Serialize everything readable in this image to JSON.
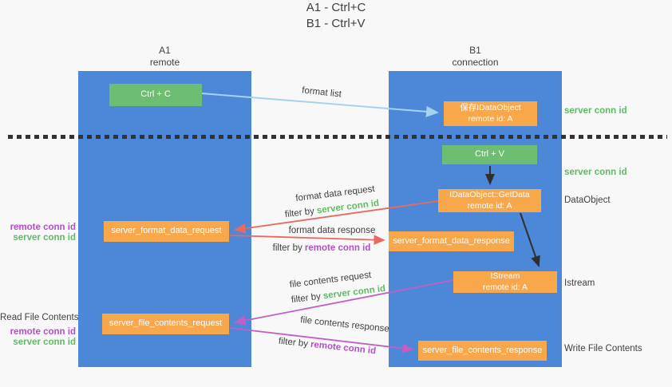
{
  "title": {
    "line1": "A1 - Ctrl+C",
    "line2": "B1 - Ctrl+V"
  },
  "columns": {
    "left": {
      "header_line1": "A1",
      "header_line2": "remote"
    },
    "right": {
      "header_line1": "B1",
      "header_line2": "connection"
    }
  },
  "nodes": {
    "ctrl_c": "Ctrl + C",
    "save_idataobject": {
      "line1": "保存IDataObject",
      "line2": "remote id: A"
    },
    "ctrl_v": "Ctrl + V",
    "getdata": {
      "line1": "IDataObject::GetData",
      "line2": "remote id: A"
    },
    "format_request": "server_format_data_request",
    "format_response": "server_format_data_response",
    "istream": {
      "line1": "IStream",
      "line2": "remote id: A"
    },
    "file_request": "server_file_contents_request",
    "file_response": "server_file_contents_response"
  },
  "flow_labels": {
    "format_list": "format list",
    "format_data_request": "format data request",
    "filter_server_1": {
      "prefix": "filter by ",
      "keyword": "server conn id"
    },
    "format_data_response": "format data response",
    "filter_remote_1": {
      "prefix": "filter by ",
      "keyword": "remote conn id"
    },
    "file_contents_request": "file contents request",
    "filter_server_2": {
      "prefix": "filter by ",
      "keyword": "server conn id"
    },
    "file_contents_response": "file contents response",
    "filter_remote_2": {
      "prefix": "filter by ",
      "keyword": "remote conn id"
    }
  },
  "side_labels": {
    "left": {
      "remote_conn_id_1": "remote conn id",
      "server_conn_id_1": "server conn id",
      "read_file_contents": "Read File Contents",
      "remote_conn_id_2": "remote conn id",
      "server_conn_id_2": "server conn id"
    },
    "right": {
      "server_conn_id_1": "server conn id",
      "server_conn_id_2": "server conn id",
      "dataobject": "DataObject",
      "istream": "Istream",
      "write_file_contents": "Write File Contents"
    }
  },
  "colors": {
    "bg": "#f8f8f8",
    "column-blue": "#4d87d8",
    "node-green": "#6dbe73",
    "node-orange": "#f9a74b",
    "node-text": "#ffffff",
    "text-dark": "#3f3f3f",
    "green-label": "#5fbb63",
    "purple-label": "#b44fc8",
    "arrow-blue": "#a5d2f0",
    "arrow-red": "#e8695e",
    "arrow-pink": "#c05fc5",
    "arrow-black": "#2f2f2f",
    "dots": "#333333"
  }
}
